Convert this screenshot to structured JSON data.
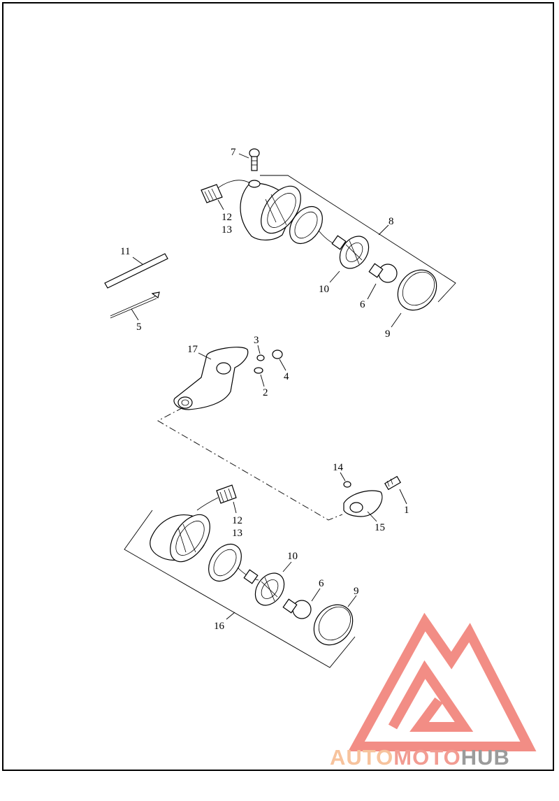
{
  "callouts": {
    "c1": "1",
    "c2": "2",
    "c3": "3",
    "c4": "4",
    "c5": "5",
    "c6_top": "6",
    "c6_bottom": "6",
    "c7": "7",
    "c8": "8",
    "c9_top": "9",
    "c9_bottom": "9",
    "c10_top": "10",
    "c10_bottom": "10",
    "c11": "11",
    "c12_top": "12",
    "c13_top": "13",
    "c12_bottom": "12",
    "c13_bottom": "13",
    "c14": "14",
    "c15": "15",
    "c16": "16",
    "c17": "17"
  },
  "watermark": {
    "part_auto": "AUTO",
    "part_moto": "MOTO",
    "part_hub": "HUB",
    "color_auto": "#f6b98c",
    "color_moto": "#f08b80",
    "color_hub": "#8a8a8a",
    "logo_color": "#f07a70"
  }
}
